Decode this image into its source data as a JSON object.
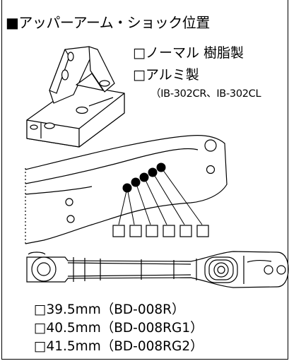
{
  "title": "■アッパーアーム・ショック位置",
  "material_options": [
    "□ノーマル 樹脂製",
    "□アルミ製"
  ],
  "aluminum_part_numbers": "（IB-302CR、IB-302CL",
  "shock_position_boxes": 6,
  "length_options": [
    "□39.5mm（BD-008R）",
    "□40.5mm（BD-008RG1）",
    "□41.5mm（BD-008RG2）"
  ]
}
